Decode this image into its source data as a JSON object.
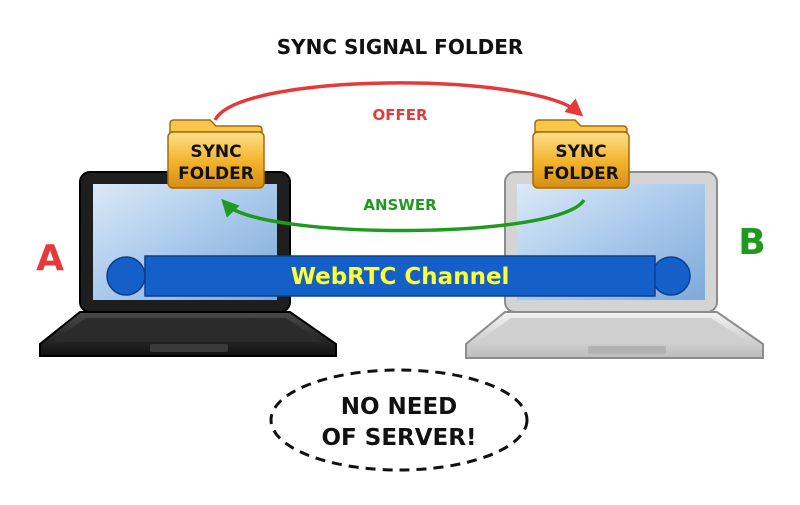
{
  "title": "SYNC SIGNAL FOLDER",
  "offer_label": "OFFER",
  "answer_label": "ANSWER",
  "peer_a": "A",
  "peer_b": "B",
  "folder_a": {
    "line1": "SYNC",
    "line2": "FOLDER"
  },
  "folder_b": {
    "line1": "SYNC",
    "line2": "FOLDER"
  },
  "channel_label": "WebRTC Channel",
  "note": {
    "line1": "NO NEED",
    "line2": "OF SERVER!"
  },
  "colors": {
    "offer": "#e8393a",
    "answer": "#1f9a1f",
    "peer_a": "#e8393a",
    "peer_b": "#1f9a1f",
    "channel": "#1560c8",
    "channel_text": "#ffff33",
    "folder": "#f4b630"
  }
}
